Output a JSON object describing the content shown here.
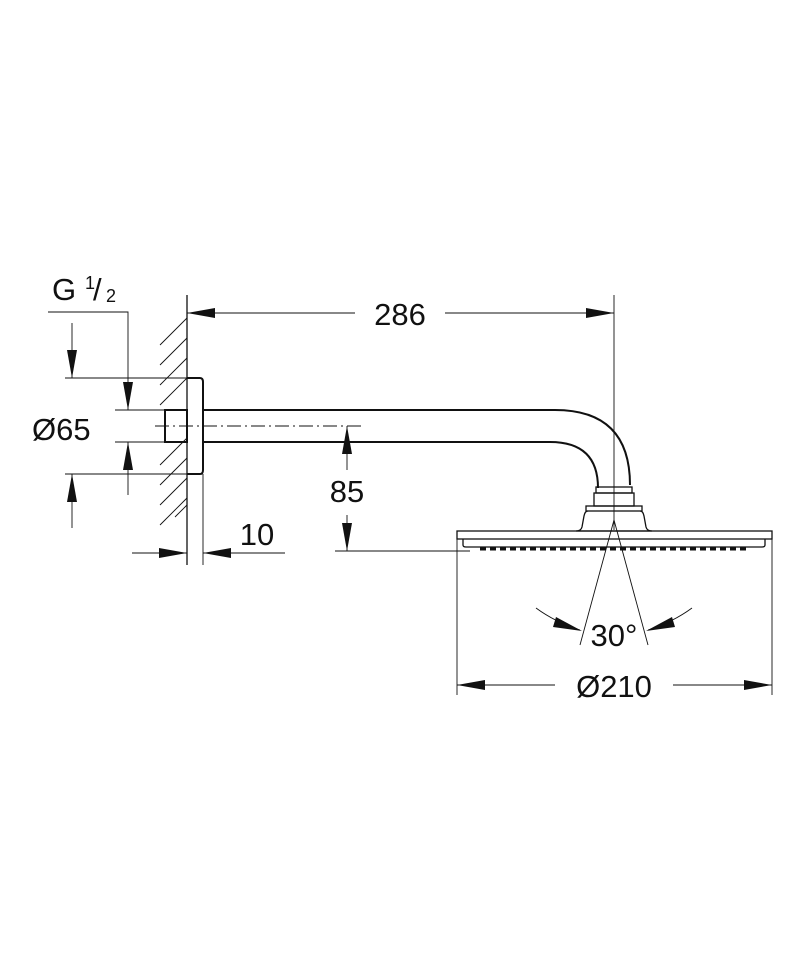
{
  "drawing": {
    "thread_label": "G",
    "thread_fraction_num": "1",
    "thread_fraction_den": "2",
    "arm_length": "286",
    "flange_diameter": "Ø65",
    "head_drop": "85",
    "flange_depth": "10",
    "spray_angle": "30°",
    "head_diameter": "Ø210",
    "line_color": "#111111",
    "background_color": "#ffffff"
  }
}
